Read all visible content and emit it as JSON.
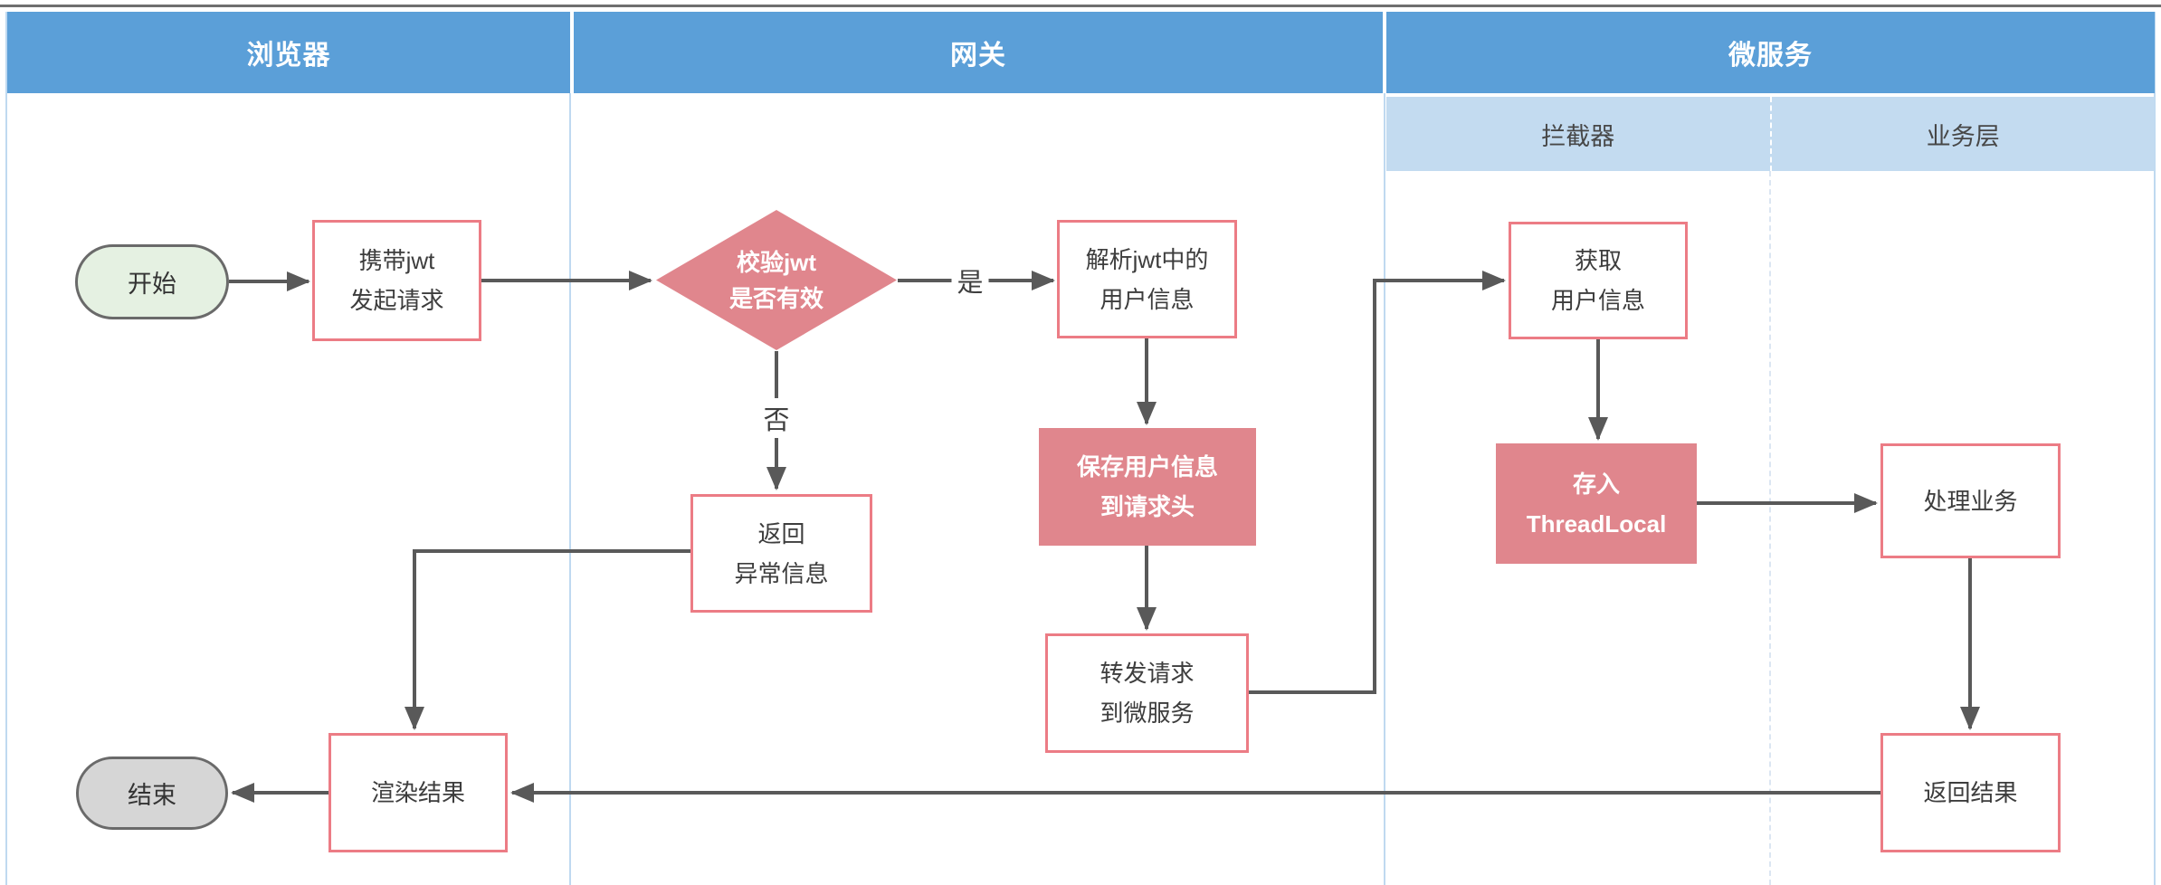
{
  "lanes": {
    "browser": "浏览器",
    "gateway": "网关",
    "microservice": "微服务",
    "interceptor": "拦截器",
    "business": "业务层"
  },
  "nodes": {
    "start": "开始",
    "carry_jwt": [
      "携带jwt",
      "发起请求"
    ],
    "validate_jwt": [
      "校验jwt",
      "是否有效"
    ],
    "parse_jwt": [
      "解析jwt中的",
      "用户信息"
    ],
    "save_to_header": [
      "保存用户信息",
      "到请求头"
    ],
    "forward": [
      "转发请求",
      "到微服务"
    ],
    "return_error": [
      "返回",
      "异常信息"
    ],
    "get_user": [
      "获取",
      "用户信息"
    ],
    "threadlocal": [
      "存入",
      "ThreadLocal"
    ],
    "process": "处理业务",
    "return_result": "返回结果",
    "render": "渲染结果",
    "end": "结束"
  },
  "edge_labels": {
    "yes": "是",
    "no": "否"
  },
  "edges": [
    {
      "from": "开始",
      "to": "携带jwt 发起请求"
    },
    {
      "from": "携带jwt 发起请求",
      "to": "校验jwt 是否有效"
    },
    {
      "from": "校验jwt 是否有效",
      "to": "解析jwt中的 用户信息",
      "label": "是"
    },
    {
      "from": "校验jwt 是否有效",
      "to": "返回 异常信息",
      "label": "否"
    },
    {
      "from": "解析jwt中的 用户信息",
      "to": "保存用户信息 到请求头"
    },
    {
      "from": "保存用户信息 到请求头",
      "to": "转发请求 到微服务"
    },
    {
      "from": "转发请求 到微服务",
      "to": "获取 用户信息"
    },
    {
      "from": "获取 用户信息",
      "to": "存入 ThreadLocal"
    },
    {
      "from": "存入 ThreadLocal",
      "to": "处理业务"
    },
    {
      "from": "处理业务",
      "to": "返回结果"
    },
    {
      "from": "返回结果",
      "to": "渲染结果"
    },
    {
      "from": "返回 异常信息",
      "to": "渲染结果"
    },
    {
      "from": "渲染结果",
      "to": "结束"
    }
  ],
  "colors": {
    "header_blue": "#5B9FD8",
    "subheader_blue": "#C3DBF0",
    "red_border": "#EC7C85",
    "red_fill": "#E0868D",
    "green_fill": "#E5F1E2",
    "gray_fill": "#D6D6D6",
    "arrow_gray": "#595959",
    "lane_line_blue": "#BFD9F0"
  }
}
